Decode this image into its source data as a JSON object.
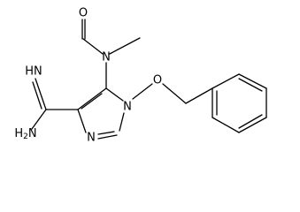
{
  "structure": {
    "atoms": {
      "aldehyde_o": "O",
      "amide_n": "N",
      "imine_nh": "HN",
      "amine_nh2": "H2N",
      "ring_n1": "N",
      "ring_n3": "N",
      "ether_o": "O"
    }
  },
  "colors": {
    "bond": "#000000",
    "label": "#000000",
    "background": "#ffffff"
  }
}
